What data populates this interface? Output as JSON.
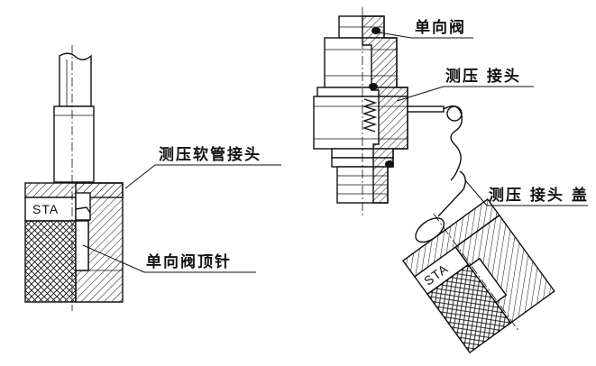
{
  "labels": {
    "hose_connector": "测压软管接头",
    "valve_pin": "单向阀顶针",
    "check_valve": "单向阀",
    "test_connector": "测压 接头",
    "connector_cap": "测压 接头 盖"
  },
  "marks": {
    "sta_left": "STA",
    "sta_right": "STA"
  },
  "colors": {
    "line": "#111111",
    "background": "#ffffff"
  }
}
